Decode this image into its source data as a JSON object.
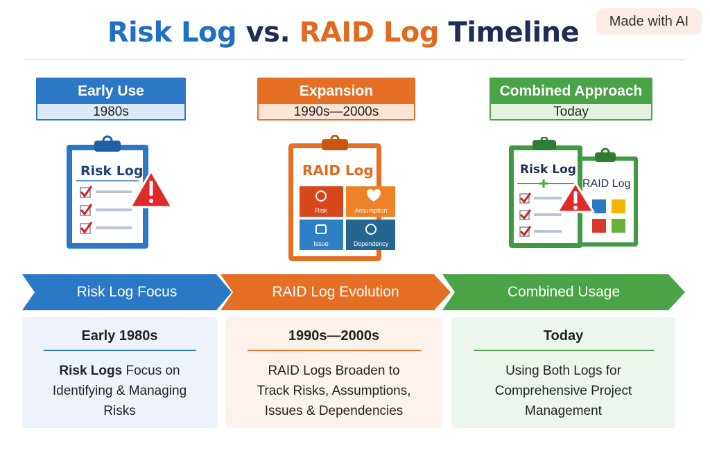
{
  "title": {
    "part1": "Risk Log",
    "part2": "vs.",
    "part3": "RAID Log",
    "part4": "Timeline"
  },
  "badge": "Made with AI",
  "eras": [
    {
      "name": "Early Use",
      "period": "1980s"
    },
    {
      "name": "Expansion",
      "period": "1990s—2000s"
    },
    {
      "name": "Combined Approach",
      "period": "Today"
    }
  ],
  "illustrations": {
    "risk_log_label": "Risk Log",
    "raid_log_label": "RAID Log",
    "raid_tiles": [
      "Risk",
      "Assumption",
      "Issue",
      "Dependency"
    ],
    "combined_risk_label": "Risk Log",
    "combined_raid_label": "RAID Log"
  },
  "stages": [
    "Risk Log Focus",
    "RAID Log Evolution",
    "Combined Usage"
  ],
  "panels": [
    {
      "heading": "Early 1980s",
      "body_bold": "Risk Logs",
      "body_rest": " Focus on",
      "body_line2": "Identifying & Managing",
      "body_line3": "Risks"
    },
    {
      "heading": "1990s—2000s",
      "body_line1": "RAID Logs Broaden to",
      "body_line2": "Track Risks, Assumptions,",
      "body_line3": "Issues & Dependencies"
    },
    {
      "heading": "Today",
      "body_line1": "Using Both Logs for",
      "body_line2": "Comprehensive Project",
      "body_line3": "Management"
    }
  ],
  "colors": {
    "blue": "#2b78c6",
    "orange": "#e66f26",
    "green": "#4aa347",
    "navy": "#1e2d55",
    "warning_red": "#e02a2a"
  }
}
